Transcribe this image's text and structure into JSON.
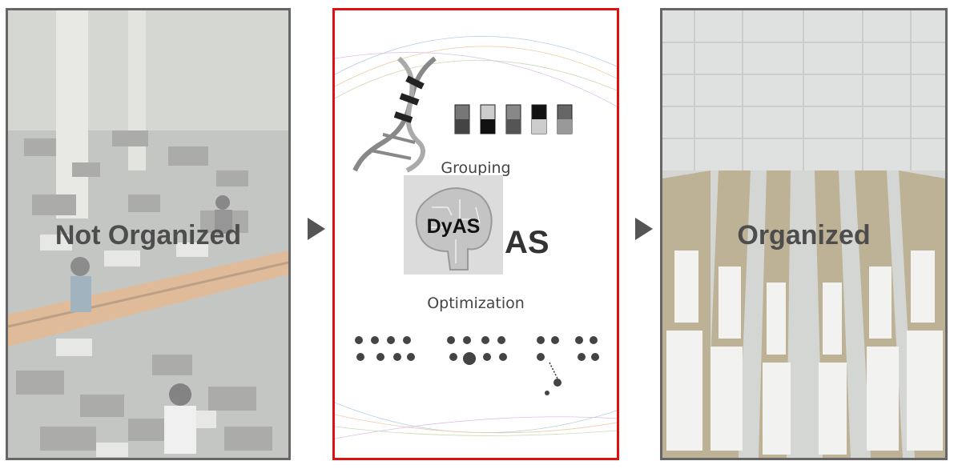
{
  "panels": {
    "left": {
      "label": "Not Organized"
    },
    "middle": {
      "grouping_label": "Grouping",
      "center_label": "DyAS",
      "optimization_label": "Optimization"
    },
    "right": {
      "label": "Organized"
    }
  },
  "colors": {
    "highlight_border": "#e01010",
    "panel_border": "#666666",
    "arrow": "#555555",
    "label_text": "#4d4d4d"
  }
}
